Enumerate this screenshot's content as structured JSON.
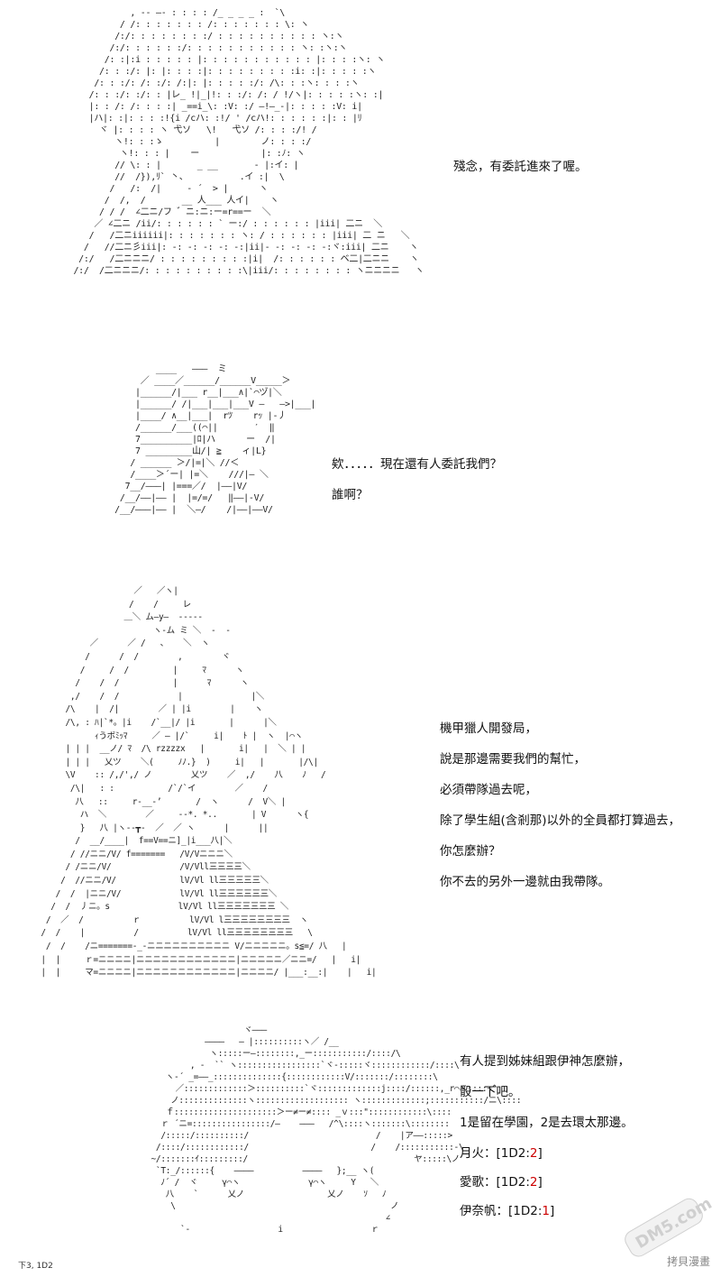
{
  "panels": [
    {
      "id": "p1",
      "art": "             , -- ―- : : : : /_ _ _ _ :  `\\\n           / /: : : : : : : /: : : : : : : \\: ヽ\n          /:/: : : : : : : :/ : : : : : : : : : : ヽ:ヽ\n         /:/: : : : : :/: : : : : : : : : : : ヽ: :ヽ:ヽ\n        /: :|:i : : : : : |: : : : : : : : : : : |: : : :ヽ: ヽ\n       /: : :/: |: |: : : :|: : : : : : : : :i: :|: : : : :ヽ\n      /: : :/: /: :/: /:|: |: : : : :/: /\\: : :ヽ: : : :ヽ\n     /: : :/: :/: : |レ_ !|_|!: : :/: /: / !/ヽ|: : : : :ヽ: :|\n     |: : /: /: : : :| _==i_\\: :V: :/ ―!―_-|: : : : :V: i|\n     |ハ|: :|: : : :!{i /cハ: :!/ ' /cハ!: : : : : :|: : |ﾘ\n       ヾ |: : : : ヽ 弋ソ   \\!   弋ソ /: : : :/! /\n          ヽ!: : :ゝ          |        ノ: : : :/\n           ヽ!: : : |    ー            |: :ﾉ: ヽ\n          // \\: : |       _ __       - |:イ: |\n          //  /}),ﾘ` 丶、          .イ :|  \\\n         /   /:  /|     - ´  > |      ヽ\n        /  /,  /       __ 人___ 人イ|    ヽ\n       / / /  ∠二ニ/フ ゛ニ:ニ:ー=r==ー  ＼\n      ／ ∠二ニ /ii/: : : : : : ` ー:/ : : : : : : |iii| 二ニ  ＼\n     /   /二ニiiiiii|: : : : : : : ヽ: / : : : : : : |iii| 二 ニ   ＼\n    /   //二ニ彡iii|: -: -: -: -: -:|ii|- -: -: -: -:ヾ:iii| 二ニ    ヽ\n   /:/   /二ニニニ/ : : : : : : : : :|i|  /: : : : : : ベ二|二ニニ    ヽ\n  /:/  /二ニニニ/: : : : : : : : : :\\|iii/: : : : : : : : ヽニニニニ   ヽ",
      "lines": [
        "殘念，有委託進來了喔。"
      ]
    },
    {
      "id": "p2",
      "art": "           ____   ―――  ミ\n        ／ ____／______/______V_____＞\n       |______/|___ r__|___∧|`⌒ヅ|＼\n       |______/ /|___|___|___V ―   ―>|___|\n       |____/ ∧__|___|  rﾂ    rｯ |-丿\n       /______/___((⌒||       ′  ‖\n       7__________|ﾛ|ハ      ー  /|\n       7 _________山/| ≧    ィ|L}\n      / ______ ＞/|=|＼ //＜\n      /____＞´ー| |=＼    ///|― ＼\n     7__/―――| |===／/  |――|V/\n    /__/――|―― |  |=/=/   ‖――|-V/\n   /__/―――|―― |  ＼―/    /|――|――V/",
      "lines": [
        "欸．．．．．現在還有人委託我們？",
        "誰啊？"
      ]
    },
    {
      "id": "p3",
      "art": "                    ／   ／ヽ|\n                   /    /     レ\n                  ＿＼ ム―y―  -----\n                        ヽ-ム ミ ＼  -  -\n           ／      ／ /   、   ＼  ヽ\n          /      /  /        ,        ヾ\n         /     /  /         |     ﾏ      ヽ\n        /    /  /           |      ﾏ      ヽ\n       ,/    /  /            |              |＼\n      /\\    |  /|        ／ | |i        |    ヽ\n      /\\, : ﾊ|`*。|i    /`__|/ |i       |      |＼\n            ｨうボﾐｯﾏ     ／ ― |/`     i|    ﾄ |  ヽ  |⌒ヽ\n      | | |  __ノ/ ﾏ  /\\ rzzzzx   |       i|   |  ＼ | |\n      | | |   乂ツ    ＼(     ﾉﾉ.}  )     i|   |       |/\\|\n      \\V    :: /,/',/ ノ        乂ツ    ／  ,/    八    ﾉ   /\n       /\\|   : :           /`/`イ        ／    /\n        八   ::     r-__-’       /  ヽ      /  V＼ |\n         ハ  ＼        ／     ‐-*. *..       | V      ヽ{\n         }   八 |ヽ--┳-  ／  ／ ヽ      |      ||\n        /  __/____|  f==V==ニ]_|i___八|＼\n       / //ニニ/V/ f=======   /V/Vニニニ＼\n      / /ニニ/V/              /V/Vll三三三三＼\n     /  //ニニ/V/             lV/Vl ll三三三三三＼\n    /  /  |ニニ/V/            lV/Vl ll三三三三三三＼\n   /  /  丿ニ。s              lV/Vl ll三三三三三三三 ＼\n  /  ／  /          ｒ          lV/Vl l三三三三三三三三  ヽ\n /  /    |          /          lV/Vl ll三三三三三三三三   \\\n  /  /    /ニ=======-_-ニニニニニニニニニニ V/ニニニニニ。s≦=/ 八   |\n |  |     ｒ=ニニニニ|ニニニニニニニニニニニニ|ニニニニニ／ニニ=/   |   i|\n |  |     マ=ニニニニ|ニニニニニニニニニニニニ|ニニニニ/ |___:__:|    |   i|",
      "lines": [
        "機甲獵人開發局，",
        "說是那邊需要我們的幫忙，",
        "必須帶隊過去呢，",
        "除了學生組(含剎那)以外的全員都打算過去，",
        "你怎麼辦？",
        "你不去的另外一邊就由我帶隊。"
      ]
    },
    {
      "id": "p4",
      "art": "                         ヾ―――\n                 ――――   ― |::::::::::ヽ／ /__\n                  ヽ:::::ー―::::::::,_ー:::::::::::/::::/\\\n              , -  `` ヽ:::::::::::::::::`ヾ-:::::ヾ::::::::::::/::::\\\n         ヽ‐´ _=――_::::::::::::::{::::::::::::V/:::::::/::::::::\\\n           ／:::::::::::::＞::::::::::`ヾ:::::::::::::j::::/::::::,_r⌒ヾ::::~^\n          ノ::::::::::::::ヽ::::::::::::::::::: ヽ:::::::::::::;:::::::::::/ニ\\::::\n         ｆ:::::::::::::::::::::＞ー≠ー≠:::: _ｖ:::\"::::::::::::\\::::\n        ｒ ´ニ=::::::::::::::::/―    ―――   /^\\::::ヽ:::::::\\::::::::\n        /:::::/::::::::::/                          /    |ア――:::::>\n       /::::/::::::::::::/                         /    /:::::::::::-\\\n      ~/:::::::ｲ:::::::::/                                  ヤ:::::\\ノ\n       `T:_/::::::{    ――――          ――――   };__ ヽ(\n        ﾉ´ /  ヾ     γ⌒ヽ              γ⌒ヽ     Y   ＼\n         八    `      乂ノ                 乂ノ    ｿ   ﾉ\n          \\                                            ノ\n                                                      ∠\n            `-                  i                  ｒ",
      "lines": [
        "有人提到姊妹組跟伊神怎麼辦，",
        "骰一下吧。",
        "1是留在學園，2是去環太那邊。"
      ],
      "votes": [
        {
          "name": "月火",
          "prefix": "：[1D2:",
          "result": "2",
          "suffix": "]"
        },
        {
          "name": "愛歌",
          "prefix": "：[1D2:",
          "result": "2",
          "suffix": "]"
        },
        {
          "name": "伊奈帆",
          "prefix": "：[1D2:",
          "result": "1",
          "suffix": "]"
        }
      ]
    }
  ],
  "footer_note": "下3, 1D2",
  "watermark": {
    "logo_text": "DM5.com",
    "caption": "拷貝漫畫"
  }
}
